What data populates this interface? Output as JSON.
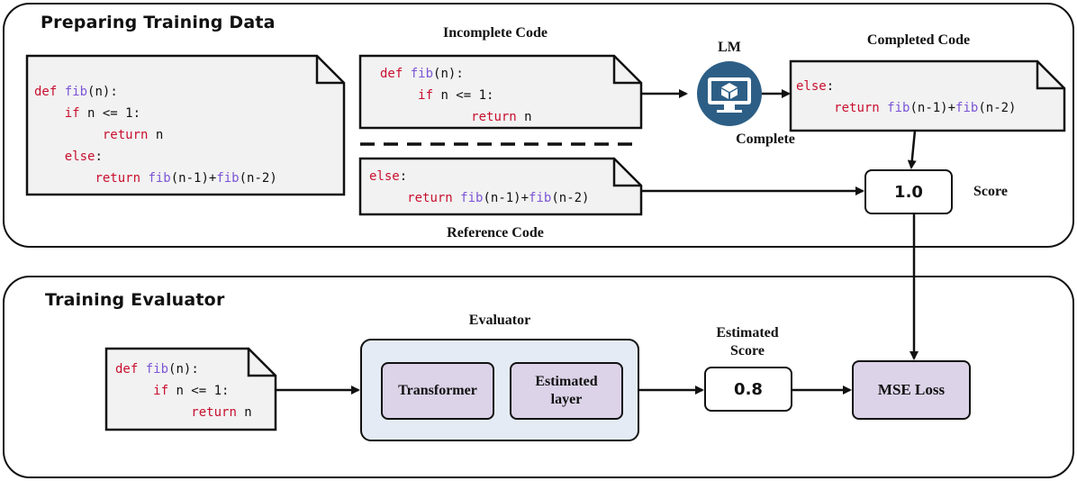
{
  "panels": {
    "preparing": {
      "title": "Preparing Training Data"
    },
    "training": {
      "title": "Training Evaluator"
    }
  },
  "captions": {
    "incomplete_code": "Incomplete Code",
    "completed_code": "Completed Code",
    "lm": "LM",
    "complete": "Complete",
    "reference_code": "Reference Code",
    "score": "Score",
    "evaluator": "Evaluator",
    "estimated_score": "Estimated Score"
  },
  "code": {
    "full": {
      "l1_kw": "def",
      "l1_fn": "fib",
      "l1_rest": "(n):",
      "l2_kw": "if",
      "l2_rest": " n <= 1:",
      "l3_kw": "return",
      "l3_rest": " n",
      "l4_kw": "else",
      "l4_rest": ":",
      "l5_kw": "return",
      "l5_fn1": "fib",
      "l5_mid": "(n-1)+",
      "l5_fn2": "fib",
      "l5_rest": "(n-2)"
    },
    "incomplete": {
      "l1_kw": "def",
      "l1_fn": "fib",
      "l1_rest": "(n):",
      "l2_kw": "if",
      "l2_rest": " n <= 1:",
      "l3_kw": "return",
      "l3_rest": " n"
    },
    "completed": {
      "l1_kw": "else",
      "l1_rest": ":",
      "l2_kw": "return",
      "l2_fn1": "fib",
      "l2_mid": "(n-1)+",
      "l2_fn2": "fib",
      "l2_rest": "(n-2)"
    },
    "reference": {
      "l1_kw": "else",
      "l1_rest": ":",
      "l2_kw": "return",
      "l2_fn1": "fib",
      "l2_mid": "(n-1)+",
      "l2_fn2": "fib",
      "l2_rest": "(n-2)"
    },
    "eval_input": {
      "l1_kw": "def",
      "l1_fn": "fib",
      "l1_rest": "(n):",
      "l2_kw": "if",
      "l2_rest": " n <= 1:",
      "l3_kw": "return",
      "l3_rest": " n"
    }
  },
  "boxes": {
    "score_value": "1.0",
    "estimated_value": "0.8",
    "transformer": "Transformer",
    "estimated_layer_1": "Estimated",
    "estimated_layer_2": "layer",
    "mse_loss": "MSE Loss"
  },
  "icons": {
    "lm": "monitor-cube-icon"
  },
  "colors": {
    "keyword": "#c8102e",
    "function": "#7b55d6",
    "note_fill": "#f2f2f2",
    "evaluator_fill": "#e4ebf4",
    "module_fill": "#dcd3e8",
    "lm_icon": "#2d5f86"
  }
}
